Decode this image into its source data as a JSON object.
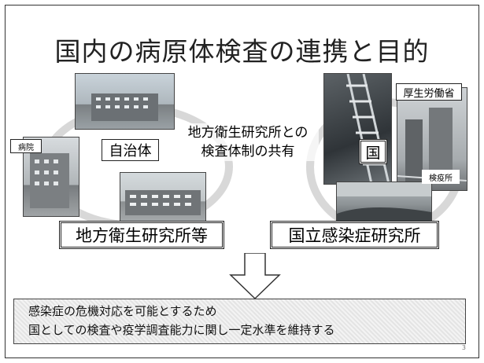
{
  "slide": {
    "title": "国内の病原体検査の連携と目的",
    "page_number": "3"
  },
  "left": {
    "municipality_label": "自治体",
    "hospital_label": "病院",
    "local_institute_label": "地方衛生研究所等"
  },
  "center": {
    "line1": "地方衛生研究所との",
    "line2": "検査体制の共有"
  },
  "right": {
    "mhlw_label": "厚生労働省",
    "national_label": "国",
    "quarantine_label": "検疫所",
    "niid_label": "国立感染症研究所"
  },
  "footer": {
    "line1": "感染症の危機対応を可能とするため",
    "line2": "国としての検査や疫学調査能力に関し一定水準を維持する"
  },
  "colors": {
    "ring": "#d8d8d8",
    "border": "#222222",
    "footer_fill": "#eaeaea"
  }
}
